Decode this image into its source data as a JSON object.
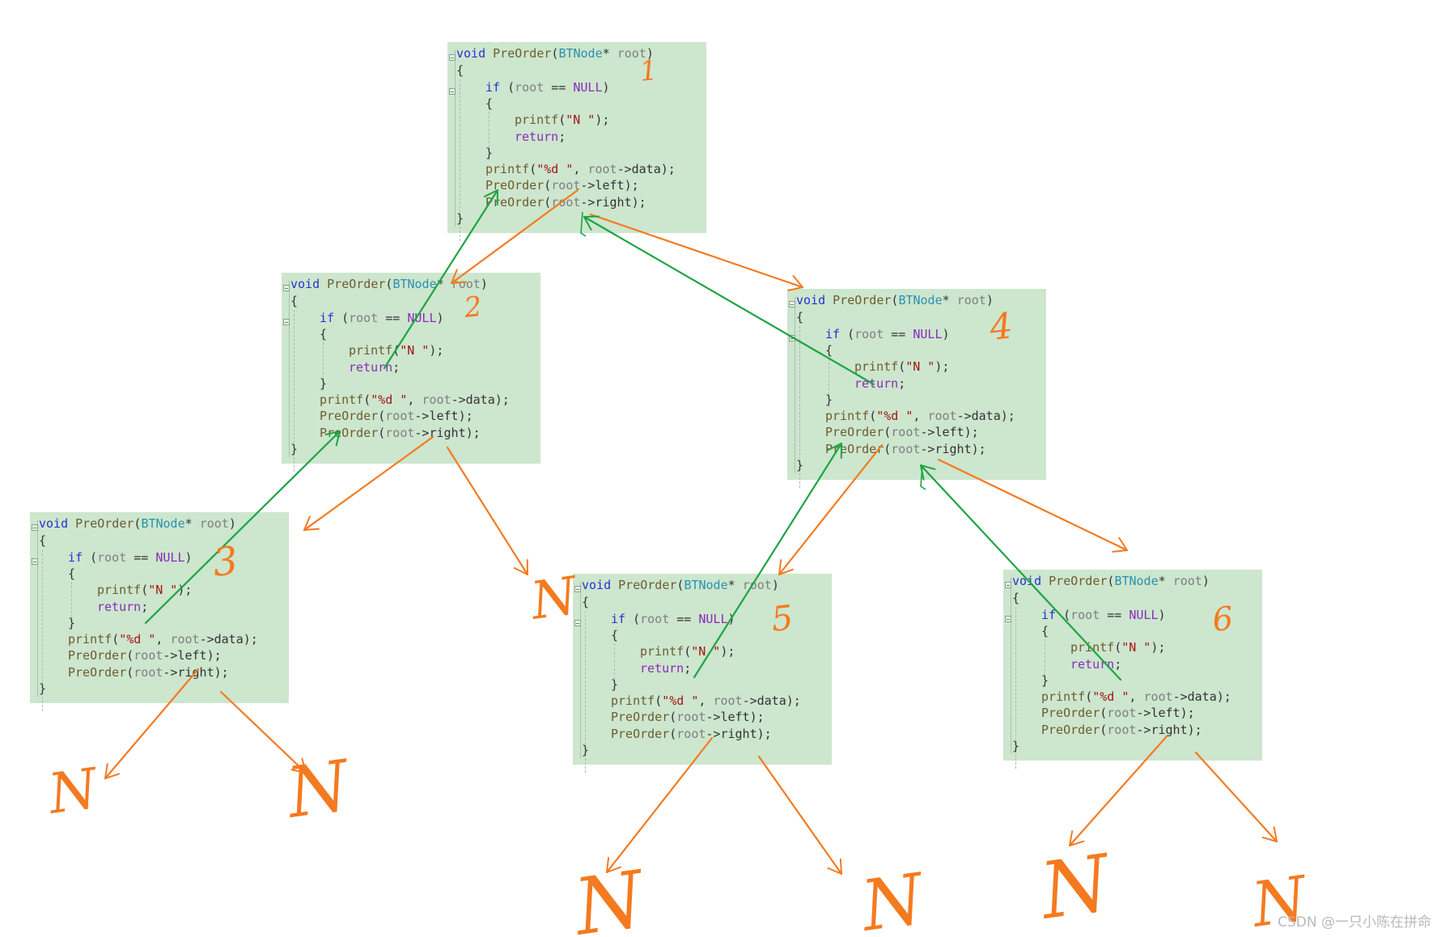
{
  "code": {
    "signature_kw": "void",
    "func_name": "PreOrder",
    "param_type": "BTNode",
    "param_star": "*",
    "param_name": "root",
    "open_brace": "{",
    "close_brace": "}",
    "if_kw": "if",
    "null_kw": "NULL",
    "equals_op": "==",
    "printf_name": "printf",
    "null_marker_string": "\"N \"",
    "return_kw": "return",
    "data_format_string": "\"%d \"",
    "data_arg": "root->data",
    "left_arg": "root->left",
    "right_arg": "root->right"
  },
  "call_labels": [
    "1",
    "2",
    "3",
    "4",
    "5",
    "6"
  ],
  "null_labels": [
    "N",
    "N",
    "N",
    "N",
    "N",
    "N",
    "N"
  ],
  "colors": {
    "block_bg": "#cde6ce",
    "call_arrow": "#f47a20",
    "return_arrow": "#1ea443",
    "keyword": "#2832d0",
    "return_keyword": "#8a2bb8",
    "type": "#2b91af",
    "string": "#a31515"
  },
  "watermark": "CSDN @一只小陈在拼命"
}
